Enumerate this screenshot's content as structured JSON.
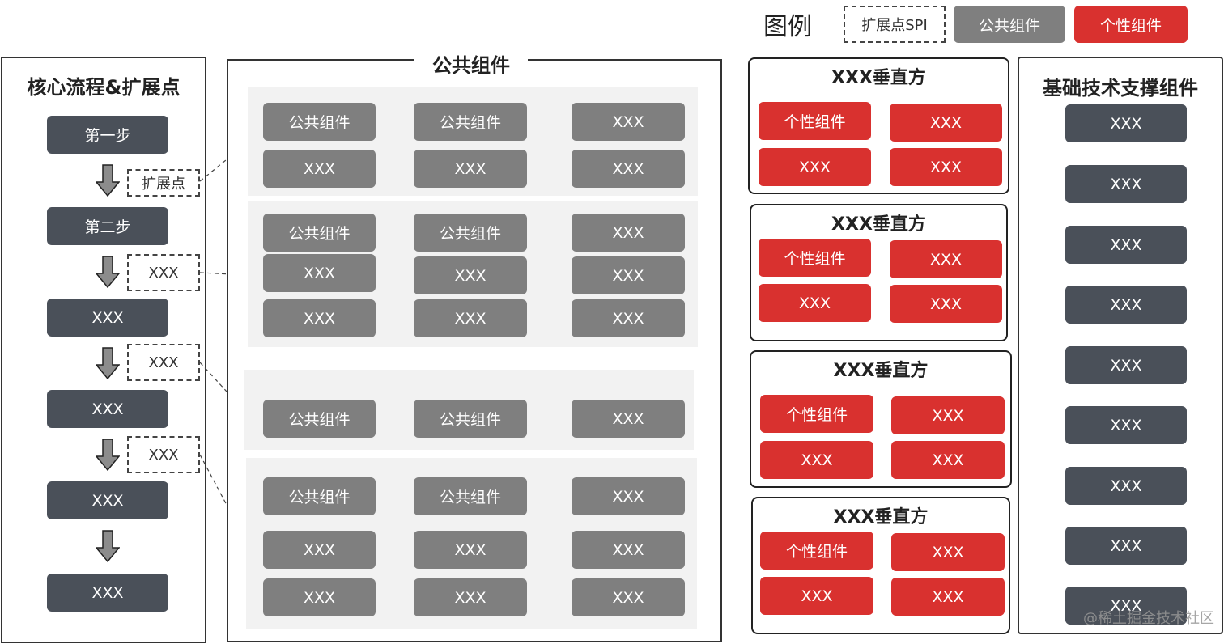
{
  "legend": {
    "title": "图例",
    "spi": "扩展点SPI",
    "common": "公共组件",
    "custom": "个性组件"
  },
  "core": {
    "title": "核心流程&扩展点",
    "steps": [
      "第一步",
      "第二步",
      "XXX",
      "XXX",
      "XXX",
      "XXX"
    ],
    "ext": [
      "扩展点",
      "XXX",
      "XXX",
      "XXX"
    ]
  },
  "common": {
    "title": "公共组件",
    "band1": [
      [
        "公共组件",
        "公共组件",
        "XXX"
      ],
      [
        "XXX",
        "XXX",
        "XXX"
      ]
    ],
    "band2": [
      [
        "公共组件",
        "公共组件",
        "XXX"
      ],
      [
        "XXX",
        "XXX",
        "XXX"
      ],
      [
        "XXX",
        "XXX",
        "XXX"
      ]
    ],
    "band3": [
      [
        "公共组件",
        "公共组件",
        "XXX"
      ]
    ],
    "band4": [
      [
        "公共组件",
        "公共组件",
        "XXX"
      ],
      [
        "XXX",
        "XXX",
        "XXX"
      ],
      [
        "XXX",
        "XXX",
        "XXX"
      ]
    ]
  },
  "verticals": [
    {
      "title": "XXX垂直方",
      "items": [
        "个性组件",
        "XXX",
        "XXX",
        "XXX"
      ]
    },
    {
      "title": "XXX垂直方",
      "items": [
        "个性组件",
        "XXX",
        "XXX",
        "XXX"
      ]
    },
    {
      "title": "XXX垂直方",
      "items": [
        "个性组件",
        "XXX",
        "XXX",
        "XXX"
      ]
    },
    {
      "title": "XXX垂直方",
      "items": [
        "个性组件",
        "XXX",
        "XXX",
        "XXX"
      ]
    }
  ],
  "base": {
    "title": "基础技术支撑组件",
    "items": [
      "XXX",
      "XXX",
      "XXX",
      "XXX",
      "XXX",
      "XXX",
      "XXX",
      "XXX",
      "XXX"
    ]
  },
  "watermark": "@稀土掘金技术社区",
  "colors": {
    "dark": "#4a5059",
    "gray": "#7f7f7f",
    "red": "#d9312f",
    "band": "#f2f2f2"
  }
}
